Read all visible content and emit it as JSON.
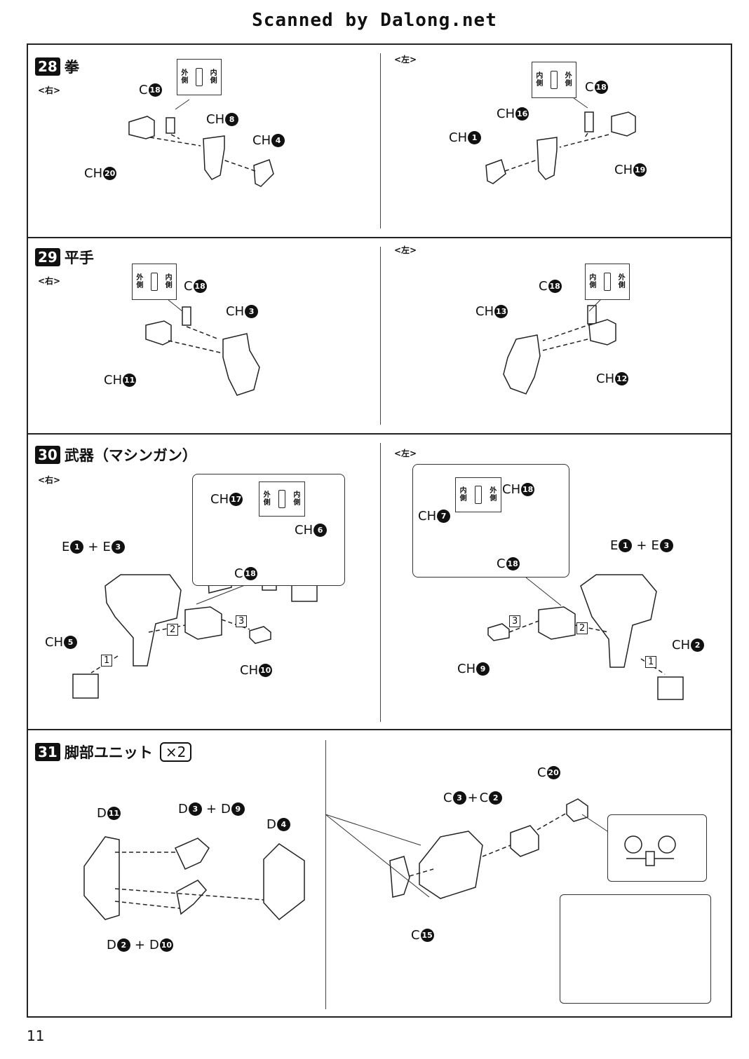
{
  "header": {
    "banner": "Scanned by Dalong.net"
  },
  "labels": {
    "right": "<右>",
    "left": "<左>",
    "outer": "外\n側",
    "inner": "内\n側"
  },
  "steps": [
    {
      "num": "28",
      "title": "拳"
    },
    {
      "num": "29",
      "title": "平手"
    },
    {
      "num": "30",
      "title": "武器（マシンガン）"
    },
    {
      "num": "31",
      "title": "脚部ユニット",
      "multiplier": "×2"
    }
  ],
  "parts": {
    "s28": {
      "right": [
        "C",
        "18",
        "CH",
        "8",
        "CH",
        "4",
        "CH",
        "20"
      ],
      "left": [
        "C",
        "18",
        "CH",
        "16",
        "CH",
        "1",
        "CH",
        "19"
      ]
    },
    "s29": {
      "right": [
        "C",
        "18",
        "CH",
        "3",
        "CH",
        "11"
      ],
      "left": [
        "C",
        "18",
        "CH",
        "13",
        "CH",
        "12"
      ]
    },
    "s30": {
      "right": [
        "CH",
        "17",
        "CH",
        "6",
        "C",
        "18",
        "E",
        "1",
        "E",
        "3",
        "CH",
        "5",
        "CH",
        "10"
      ],
      "left": [
        "CH",
        "18",
        "CH",
        "7",
        "C",
        "18",
        "E",
        "1",
        "E",
        "3",
        "CH",
        "2",
        "CH",
        "9"
      ]
    },
    "s31": [
      "D",
      "11",
      "D",
      "3",
      "D",
      "9",
      "D",
      "4",
      "D",
      "2",
      "D",
      "10",
      "C",
      "20",
      "C",
      "3",
      "C",
      "2",
      "C",
      "15"
    ]
  },
  "seq": [
    "1",
    "2",
    "3"
  ],
  "footer": {
    "page": "11"
  }
}
